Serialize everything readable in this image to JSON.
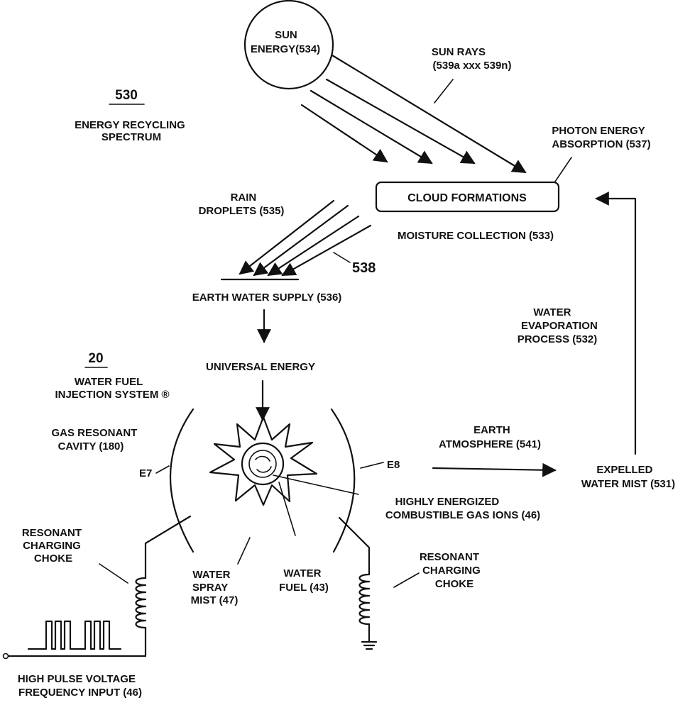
{
  "figure": {
    "ref_number": "530",
    "title": [
      "ENERGY RECYCLING",
      "SPECTRUM"
    ],
    "system_number": "20",
    "system_title": [
      "WATER FUEL",
      "INJECTION SYSTEM ®"
    ]
  },
  "sun": {
    "label": [
      "SUN",
      "ENERGY(534)"
    ]
  },
  "sun_rays": {
    "label": [
      "SUN RAYS",
      "(539a xxx 539n)"
    ]
  },
  "photon": {
    "label": [
      "PHOTON ENERGY",
      "ABSORPTION (537)"
    ]
  },
  "cloud": {
    "label": "CLOUD  FORMATIONS"
  },
  "moisture": {
    "label": "MOISTURE COLLECTION (533)"
  },
  "rain": {
    "label": [
      "RAIN",
      "DROPLETS (535)"
    ],
    "ref": "538"
  },
  "earth_water": {
    "label": "EARTH WATER SUPPLY (536)"
  },
  "universal": {
    "label": "UNIVERSAL ENERGY"
  },
  "evaporation": {
    "label": [
      "WATER",
      "EVAPORATION",
      "PROCESS (532)"
    ]
  },
  "atmosphere": {
    "label": [
      "EARTH",
      "ATMOSPHERE (541)"
    ]
  },
  "expelled": {
    "label": [
      "EXPELLED",
      "WATER MIST (531)"
    ]
  },
  "cavity": {
    "label": [
      "GAS RESONANT",
      "CAVITY (180)"
    ],
    "e7": "E7",
    "e8": "E8"
  },
  "ions": {
    "label": [
      "HIGHLY ENERGIZED",
      "COMBUSTIBLE GAS IONS (46)"
    ]
  },
  "spray": {
    "label": [
      "WATER",
      "SPRAY",
      "MIST (47)"
    ]
  },
  "fuel": {
    "label": [
      "WATER",
      "FUEL (43)"
    ]
  },
  "choke_left": {
    "label": [
      "RESONANT",
      "CHARGING",
      "CHOKE"
    ]
  },
  "choke_right": {
    "label": [
      "RESONANT",
      "CHARGING",
      "CHOKE"
    ]
  },
  "input": {
    "label": [
      "HIGH PULSE VOLTAGE",
      "FREQUENCY INPUT (46)"
    ]
  }
}
